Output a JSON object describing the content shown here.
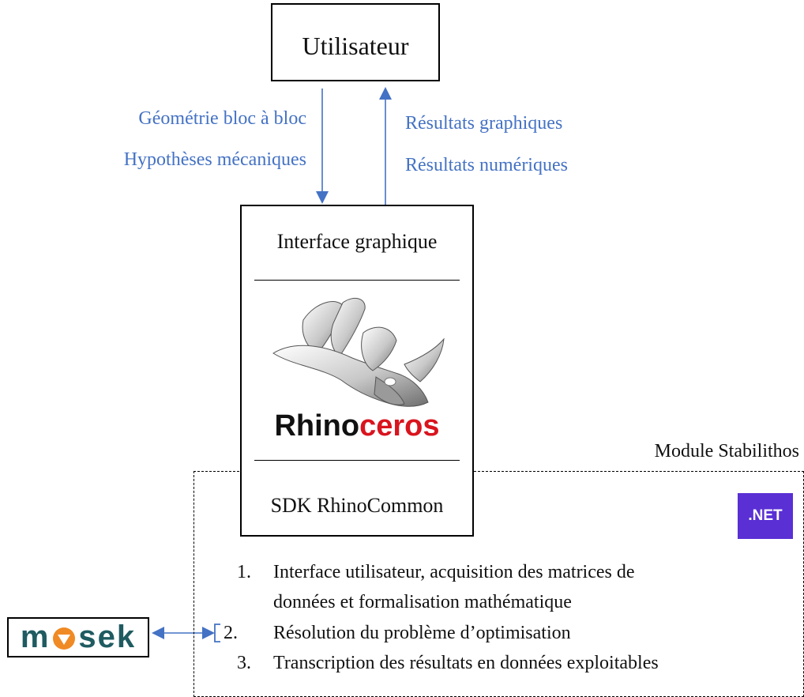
{
  "user": {
    "label": "Utilisateur"
  },
  "inputs": [
    "Géométrie bloc à bloc",
    "Hypothèses mécaniques"
  ],
  "outputs": [
    "Résultats graphiques",
    "Résultats numériques"
  ],
  "ui_box": {
    "title": "Interface graphique",
    "logo": {
      "part1": "Rhino",
      "part2": "ceros"
    },
    "sdk": "SDK RhinoCommon"
  },
  "module": {
    "title": "Module Stabilithos",
    "badge": ".NET",
    "steps": [
      {
        "num": "1.",
        "lines": [
          "Interface utilisateur, acquisition des matrices de",
          "données et formalisation mathématique"
        ]
      },
      {
        "num": "2.",
        "lines": [
          "Résolution du problème d’optimisation"
        ]
      },
      {
        "num": "3.",
        "lines": [
          "Transcription des résultats en données exploitables"
        ]
      }
    ]
  },
  "solver": {
    "part1": "m",
    "part2": "sek"
  },
  "colors": {
    "arrow": "#4472c4",
    "net": "#5a2fd4",
    "rhino_red": "#d9141e",
    "mosek_teal": "#1f5b61",
    "mosek_orange": "#f08a24"
  },
  "icons": {
    "rhino": "rhino-icon",
    "mosek_o": "shield-icon"
  }
}
